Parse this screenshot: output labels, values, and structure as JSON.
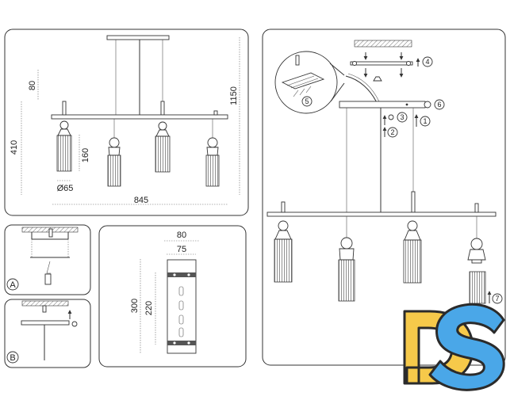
{
  "dimensions": {
    "canopy_height": "80",
    "overall_height": "1150",
    "height_410": "410",
    "shade_height": "160",
    "shade_diameter": "Ø65",
    "width": "845",
    "bracket_width_80": "80",
    "bracket_width_75": "75",
    "bracket_length_300": "300",
    "bracket_length_220": "220"
  },
  "steps": {
    "s1": "1",
    "s2": "2",
    "s3": "3",
    "s4": "4",
    "s5": "5",
    "s6": "6",
    "s7": "7"
  },
  "variants": {
    "a": "A",
    "b": "B"
  },
  "logo": {
    "text": "DS",
    "colors": {
      "d": "#F6C94A",
      "s": "#4AA7E8"
    }
  },
  "colors": {
    "line": "#333333",
    "background": "#ffffff"
  }
}
